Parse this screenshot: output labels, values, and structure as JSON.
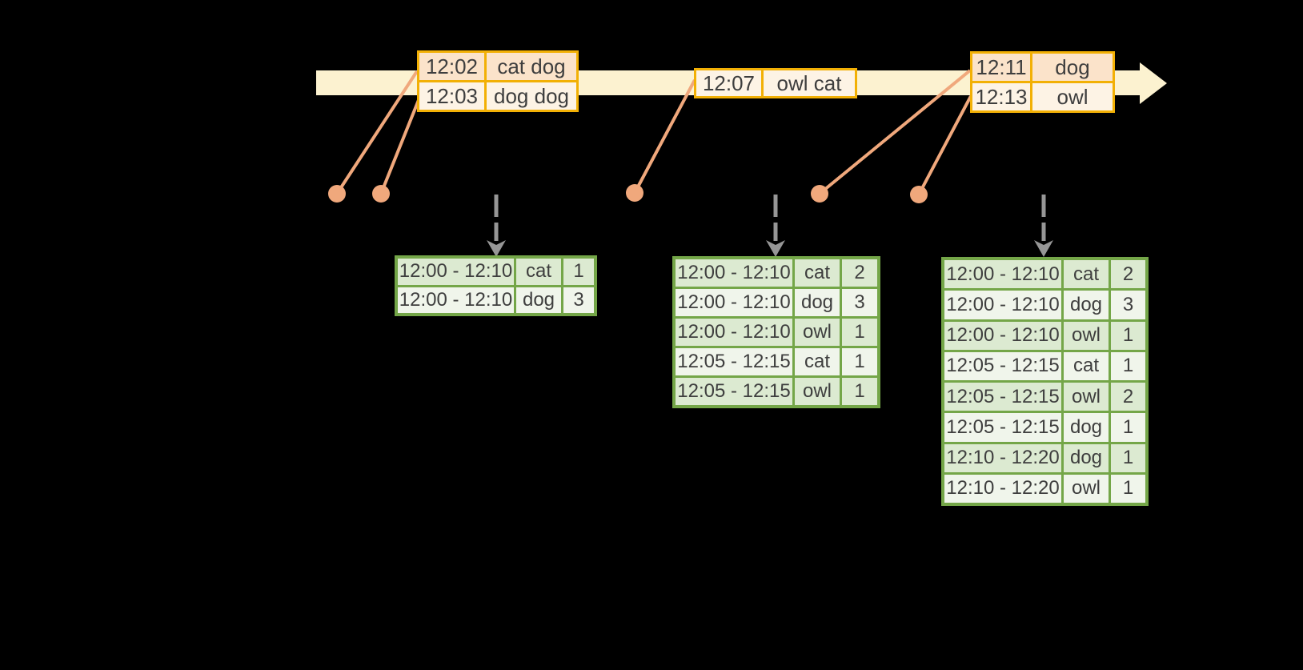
{
  "colors": {
    "background": "#000000",
    "timeline_fill": "#fcf2d0",
    "event_border": "#f2b005",
    "event_row_dark": "#fbe3ca",
    "event_row_light": "#fdf3e5",
    "connector": "#f0a87c",
    "result_border": "#74a648",
    "result_row_dark": "#dcead1",
    "result_row_light": "#f0f5eb",
    "trigger_arrow": "#969696",
    "cell_text": "#3e3e3e"
  },
  "event_tables": [
    {
      "name": "events-at-12-02",
      "first_row_tone": "dark",
      "rows": [
        [
          "12:02",
          "cat dog"
        ],
        [
          "12:03",
          "dog dog"
        ]
      ]
    },
    {
      "name": "events-at-12-07",
      "first_row_tone": "light",
      "rows": [
        [
          "12:07",
          "owl cat"
        ]
      ]
    },
    {
      "name": "events-at-12-11",
      "first_row_tone": "dark",
      "rows": [
        [
          "12:11",
          "dog"
        ],
        [
          "12:13",
          "owl"
        ]
      ]
    }
  ],
  "result_tables": [
    {
      "name": "windowed-counts-1",
      "first_row_tone": "dark",
      "rows": [
        [
          "12:00 - 12:10",
          "cat",
          "1"
        ],
        [
          "12:00 - 12:10",
          "dog",
          "3"
        ]
      ]
    },
    {
      "name": "windowed-counts-2",
      "first_row_tone": "dark",
      "rows": [
        [
          "12:00 - 12:10",
          "cat",
          "2"
        ],
        [
          "12:00 - 12:10",
          "dog",
          "3"
        ],
        [
          "12:00 - 12:10",
          "owl",
          "1"
        ],
        [
          "12:05 - 12:15",
          "cat",
          "1"
        ],
        [
          "12:05 - 12:15",
          "owl",
          "1"
        ]
      ]
    },
    {
      "name": "windowed-counts-3",
      "first_row_tone": "dark",
      "rows": [
        [
          "12:00 - 12:10",
          "cat",
          "2"
        ],
        [
          "12:00 - 12:10",
          "dog",
          "3"
        ],
        [
          "12:00 - 12:10",
          "owl",
          "1"
        ],
        [
          "12:05 - 12:15",
          "cat",
          "1"
        ],
        [
          "12:05 - 12:15",
          "owl",
          "2"
        ],
        [
          "12:05 - 12:15",
          "dog",
          "1"
        ],
        [
          "12:10 - 12:20",
          "dog",
          "1"
        ],
        [
          "12:10 - 12:20",
          "owl",
          "1"
        ]
      ]
    }
  ]
}
